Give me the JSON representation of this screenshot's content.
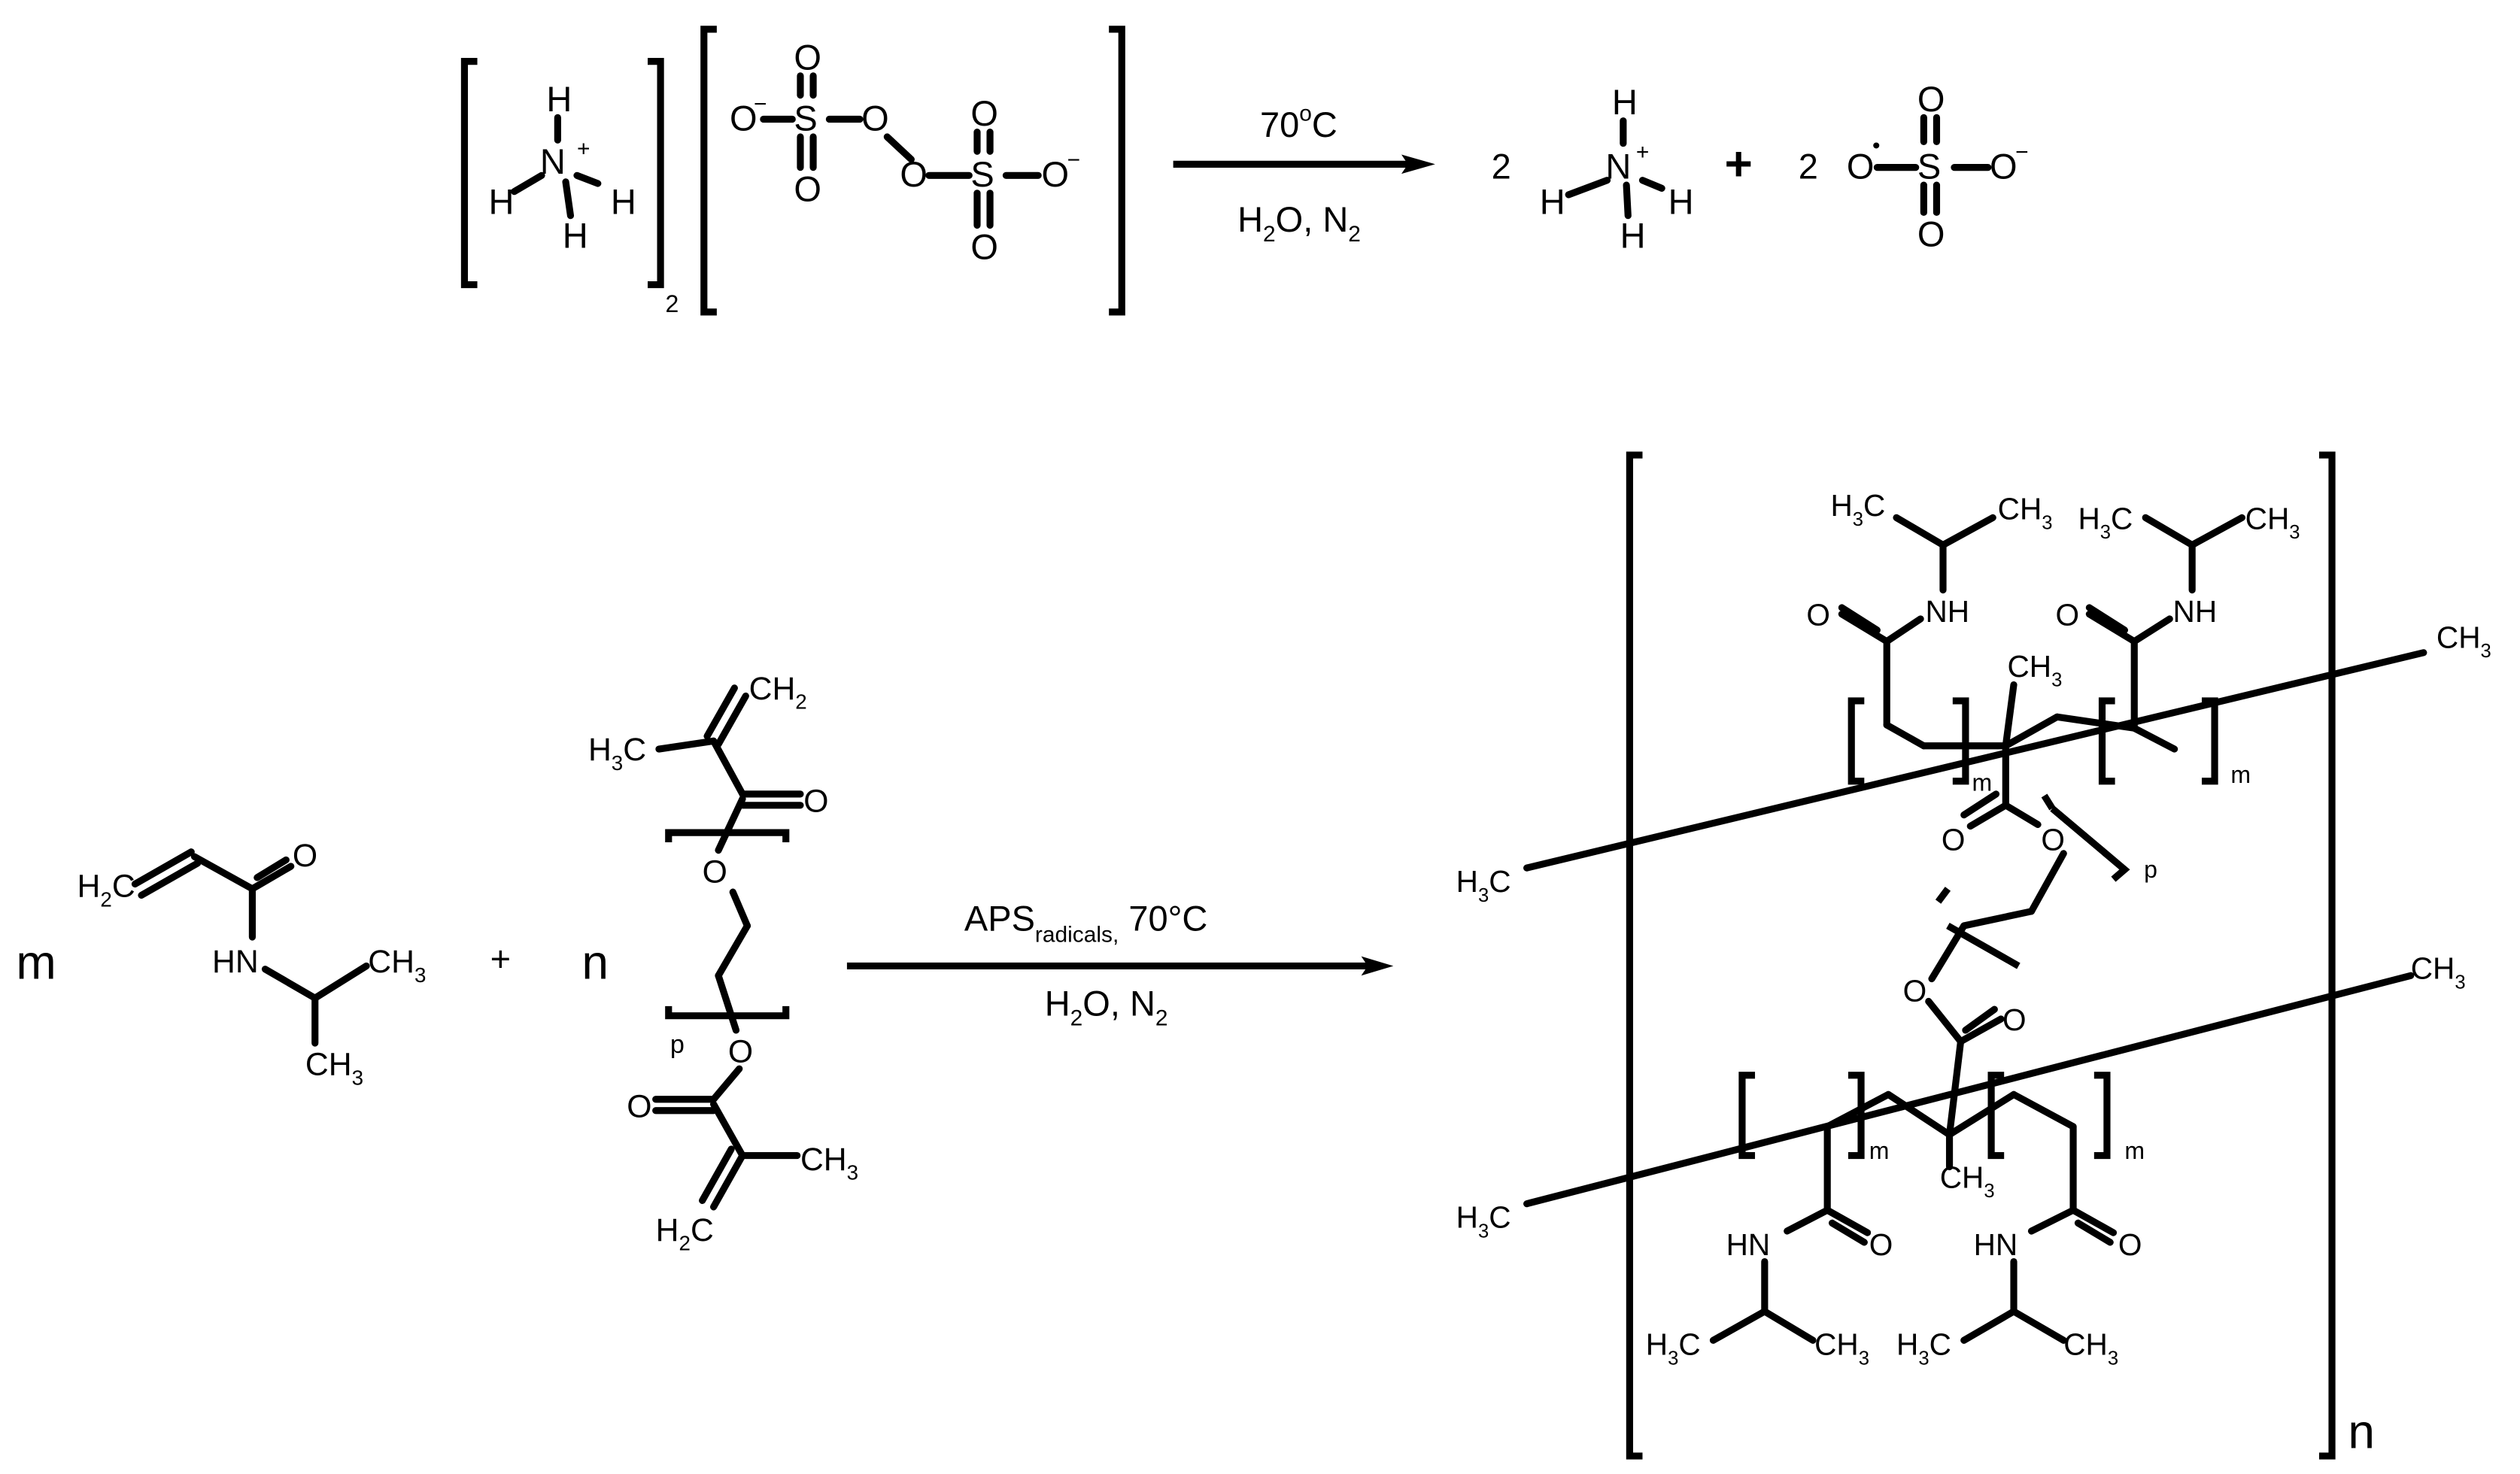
{
  "reaction1": {
    "reactant_subscript": "2",
    "ammonium": {
      "H_top": "H",
      "N": "N",
      "charge": "+",
      "H_left": "H",
      "H_right": "H",
      "H_bottom": "H"
    },
    "persulfate": {
      "O_minus_left": "O",
      "minus": "−",
      "S": "S",
      "O": "O",
      "O_minus_right": "O"
    },
    "arrow_top": "70",
    "arrow_top_degree": "o",
    "arrow_top_unit": "C",
    "arrow_bottom": "H",
    "arrow_bottom_sub": "2",
    "arrow_bottom_rest": "O, N",
    "arrow_bottom_sub2": "2",
    "coef_ammonium": "2",
    "plus": "+",
    "coef_radical": "2",
    "radical_dot": "•"
  },
  "reaction2": {
    "coef_m": "m",
    "plus": "+",
    "coef_n": "n",
    "nipam": {
      "O": "O",
      "H2C": "H",
      "H2C_sub": "2",
      "H2C_c": "C",
      "HN": "HN",
      "CH3": "CH",
      "CH3_sub": "3"
    },
    "pegdma": {
      "CH2": "CH",
      "CH2_sub": "2",
      "H3C": "H",
      "H3C_sub": "3",
      "H3C_c": "C",
      "O": "O",
      "p": "p",
      "CH3": "CH",
      "CH3_sub": "3"
    },
    "arrow_top": "APS",
    "arrow_top_sub": "radicals,",
    "arrow_top_rest": " 70°C",
    "arrow_bottom": "H",
    "arrow_bottom_sub": "2",
    "arrow_bottom_rest": "O, N",
    "arrow_bottom_sub2": "2",
    "product": {
      "m": "m",
      "p": "p",
      "n": "n",
      "O": "O",
      "NH": "NH",
      "HN": "HN",
      "CH3": "CH",
      "CH3_sub": "3",
      "H3C": "H",
      "H3C_sub": "3",
      "H3C_c": "C"
    }
  }
}
